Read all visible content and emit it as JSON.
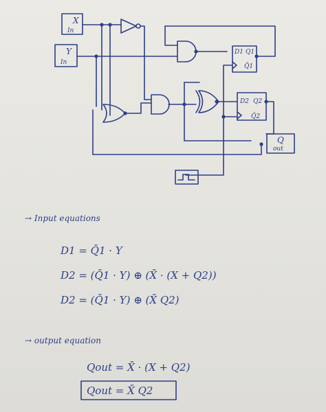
{
  "circuit": {
    "input_x": {
      "name": "X",
      "sub": "In"
    },
    "input_y": {
      "name": "Y",
      "sub": "In"
    },
    "ff1": {
      "d": "D1",
      "q": "Q1",
      "qbar": "Q̄1"
    },
    "ff2": {
      "d": "D2",
      "q": "Q2",
      "qbar": "Q̄2"
    },
    "output": {
      "name": "Q",
      "sub": "out"
    }
  },
  "notes": {
    "input_heading": "→ Input equations",
    "eq1": "D1 = Q̄1 · Y",
    "eq2": "D2 = (Q̄1 · Y) ⊕ (X̄ · (X + Q2))",
    "eq3": "D2 = (Q̄1 · Y) ⊕ (X̄ Q2)",
    "output_heading": "→ output equation",
    "eq4": "Qout = X̄ · (X + Q2)",
    "eq5": "Qout = X̄ Q2"
  },
  "colors": {
    "ink": "#2c3f86",
    "paper": "#e7e6e1"
  }
}
